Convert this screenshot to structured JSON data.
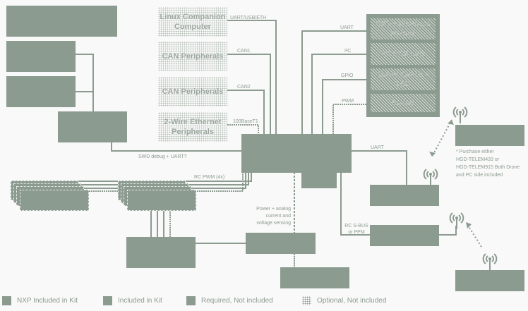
{
  "diagram": {
    "title": "",
    "colors": {
      "block": "#8c9b8f",
      "background": "#f9f9f9"
    },
    "optional_blocks": [
      {
        "id": "linux-companion",
        "label": "Linux Companion Computer"
      },
      {
        "id": "can-peripherals-1",
        "label": "CAN Peripherals"
      },
      {
        "id": "can-peripherals-2",
        "label": "CAN Peripherals"
      },
      {
        "id": "ethernet-peripherals",
        "label": "2-Wire Ethernet Peripherals"
      }
    ],
    "gps_stack": [
      {
        "id": "gps-compass",
        "label": "GPS + Compass Module"
      },
      {
        "id": "rgb-led",
        "label": "I²C RGB LED"
      },
      {
        "id": "safety-switch",
        "label": "Safety Switch + LED"
      },
      {
        "id": "buzzer",
        "label": "Buzzer"
      }
    ],
    "connection_labels": {
      "linux": "UART/USB/ETH",
      "can1": "CAN1",
      "can2": "CAN2",
      "eth": "100BaseT1",
      "gps_uart": "UART",
      "led_i2c": "I²C",
      "safety_gpio": "GPIO",
      "buzzer_pwm": "PWM",
      "swd": "SWD debug + UART?",
      "rc_pwm": "RC PWM (4x)",
      "telem_uart": "UART",
      "power": "Power + analog current and voltage sensing",
      "rc_sbus": "RC S-BUS or PPM"
    },
    "note": "* Purchase either\nHGD-TELEM433 or\nHGD-TELEM915 Both Drone\nand PC side included"
  },
  "legend": [
    {
      "label": "NXP Included in Kit",
      "style": "solid"
    },
    {
      "label": "Included in Kit",
      "style": "solid"
    },
    {
      "label": "Required, Not included",
      "style": "solid"
    },
    {
      "label": "Optional, Not included",
      "style": "dotted"
    }
  ]
}
